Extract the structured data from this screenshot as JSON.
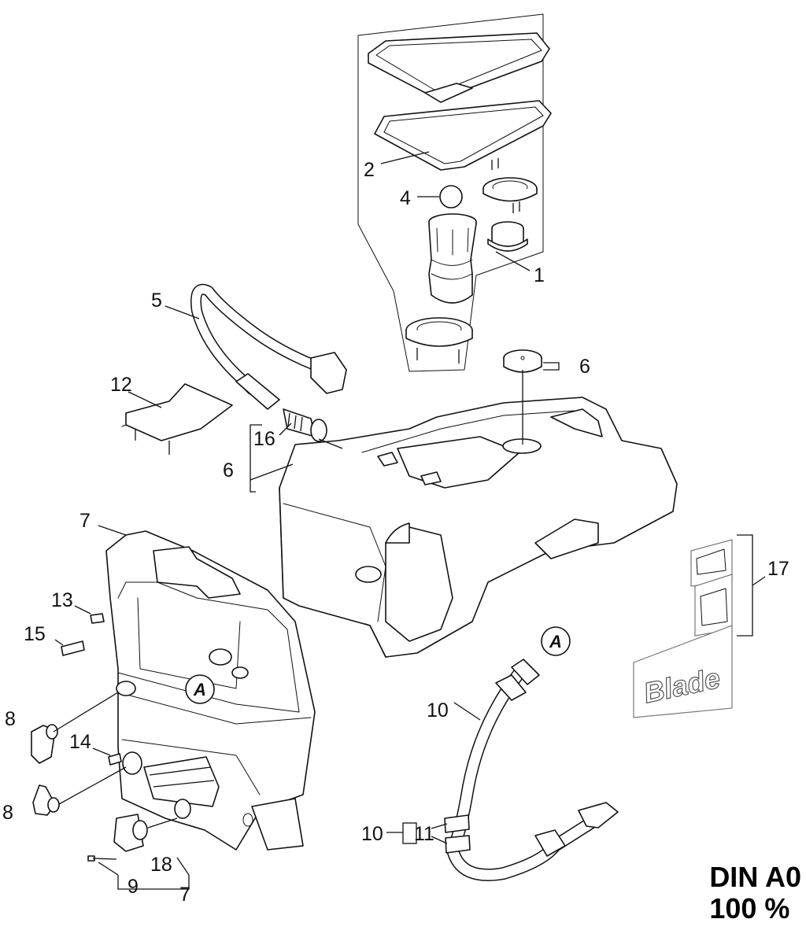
{
  "callouts": {
    "c1": "1",
    "c2": "2",
    "c4": "4",
    "c5": "5",
    "c6a": "6",
    "c6b": "6",
    "c7a": "7",
    "c7b": "7",
    "c8a": "8",
    "c8b": "8",
    "c9": "9",
    "c10a": "10",
    "c10b": "10",
    "c11": "11",
    "c12": "12",
    "c13": "13",
    "c14": "14",
    "c15": "15",
    "c16": "16",
    "c17": "17",
    "c18": "18"
  },
  "connectors": {
    "a_top": "A",
    "a_hose": "A"
  },
  "decal": {
    "brand_text": "Blade"
  },
  "footer": {
    "format": "DIN A0",
    "scale": "100 %"
  }
}
